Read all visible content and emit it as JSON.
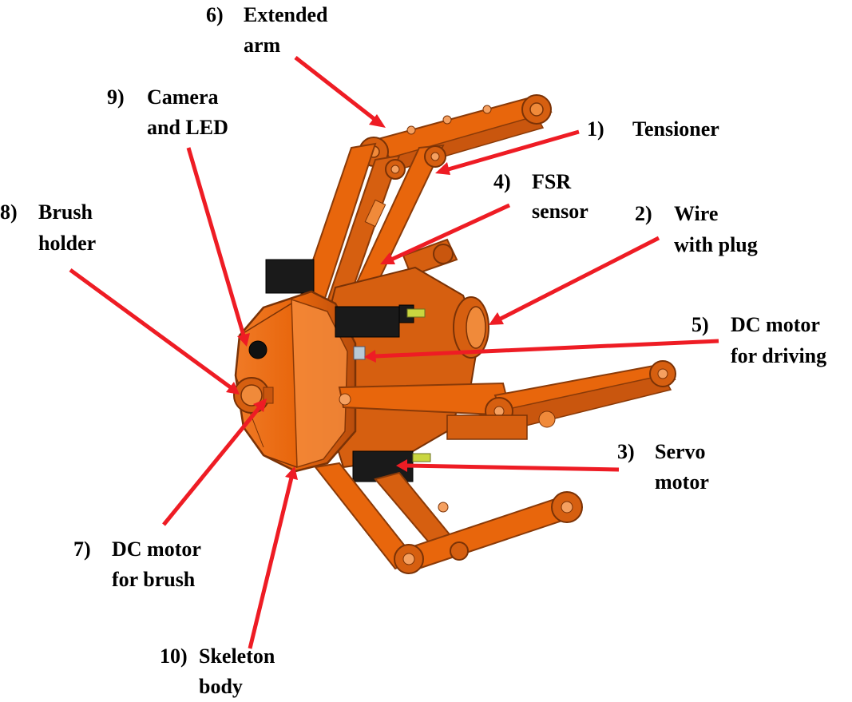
{
  "colors": {
    "body_orange": "#e8660c",
    "body_dark": "#a8420a",
    "body_light": "#f58a3a",
    "motor_black": "#1a1a1a",
    "connector_green": "#c9d640",
    "arrow_red": "#ee1c24",
    "text": "#000000",
    "background": "#ffffff"
  },
  "callouts": [
    {
      "id": "tensioner",
      "number": "1)",
      "lines": [
        "Tensioner"
      ]
    },
    {
      "id": "wire-with-plug",
      "number": "2)",
      "lines": [
        "Wire",
        "with plug"
      ]
    },
    {
      "id": "servo-motor",
      "number": "3)",
      "lines": [
        "Servo",
        "motor"
      ]
    },
    {
      "id": "fsr-sensor",
      "number": "4)",
      "lines": [
        "FSR",
        "sensor"
      ]
    },
    {
      "id": "dc-motor-driving",
      "number": "5)",
      "lines": [
        "DC motor",
        "for driving"
      ]
    },
    {
      "id": "extended-arm",
      "number": "6)",
      "lines": [
        "Extended",
        "arm"
      ]
    },
    {
      "id": "dc-motor-brush",
      "number": "7)",
      "lines": [
        "DC motor",
        "for brush"
      ]
    },
    {
      "id": "brush-holder",
      "number": "8)",
      "lines": [
        "Brush",
        "holder"
      ]
    },
    {
      "id": "camera-and-led",
      "number": "9)",
      "lines": [
        "Camera",
        "and LED"
      ]
    },
    {
      "id": "skeleton-body",
      "number": "10)",
      "lines": [
        "Skeleton",
        "body"
      ]
    }
  ]
}
